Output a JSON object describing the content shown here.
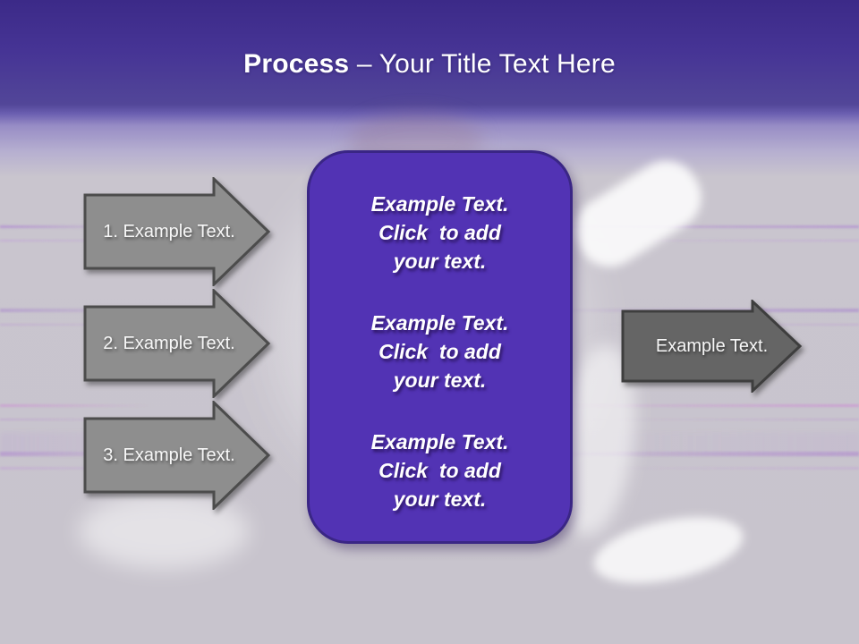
{
  "slide": {
    "title": {
      "bold": "Process",
      "sep": " – ",
      "rest": "Your Title Text Here"
    }
  },
  "left_arrows": [
    {
      "label": "1. Example Text."
    },
    {
      "label": "2. Example Text."
    },
    {
      "label": "3. Example Text."
    }
  ],
  "center_box": {
    "blocks": [
      {
        "lines": [
          "Example Text.",
          "Click  to add",
          "your text."
        ]
      },
      {
        "lines": [
          "Example Text.",
          "Click  to add",
          "your text."
        ]
      },
      {
        "lines": [
          "Example Text.",
          "Click  to add",
          "your text."
        ]
      }
    ]
  },
  "right_arrow": {
    "label": "Example Text."
  },
  "colors": {
    "header_top": "#3c2a88",
    "header_bottom": "#6a5eb0",
    "background_gray": "#c8c4cd",
    "center_box_fill": "#5233b4",
    "center_box_border": "#3a2685",
    "left_arrow_fill": "#8e8e8e",
    "left_arrow_border": "#4c4c4c",
    "right_arrow_fill": "#656565",
    "right_arrow_border": "#3e3e3e",
    "text_white": "#ffffff"
  }
}
